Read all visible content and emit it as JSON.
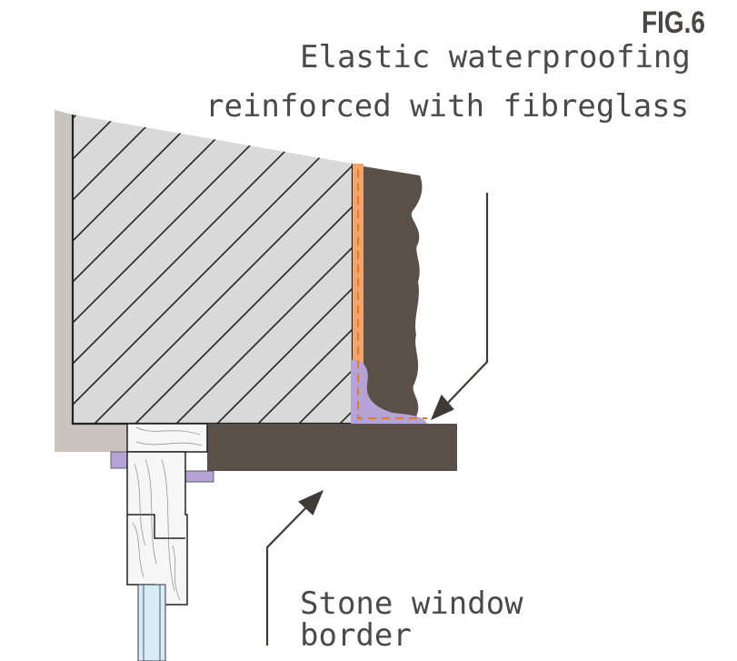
{
  "figure": {
    "label": "FIG.6"
  },
  "labels": {
    "waterproofing_line1": "Elastic waterproofing",
    "waterproofing_line2": "reinforced with fibreglass",
    "stone_line1": "Stone window",
    "stone_line2": "border"
  },
  "colors": {
    "wall_hatch_fill": "#d9d9d9",
    "plaster": "#cac4c1",
    "stone": "#5a4f49",
    "waterproofing_orange": "#f1a46c",
    "dash_orange": "#e07a2e",
    "sealant_purple": "#b5a3d6",
    "wood": "#f6f6f6",
    "glass": "#d6ecf7",
    "line": "#222222",
    "arrow": "#3d3a38"
  }
}
